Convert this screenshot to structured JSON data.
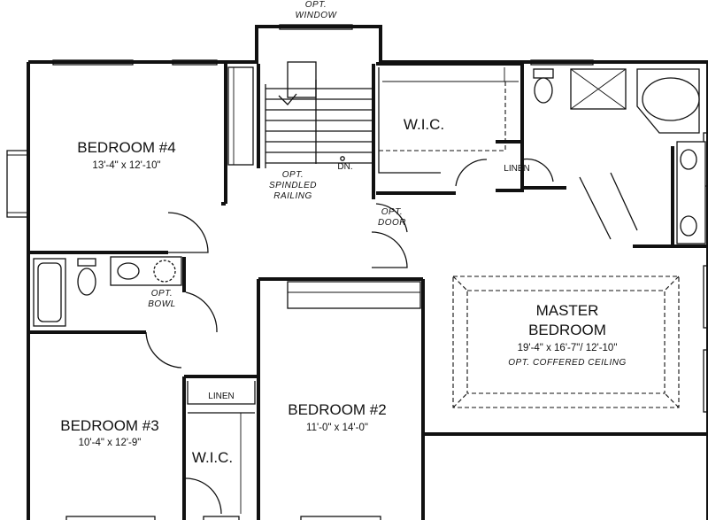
{
  "rooms": {
    "bedroom4": {
      "name": "BEDROOM #4",
      "dims": "13'-4\" x 12'-10\""
    },
    "bedroom3": {
      "name": "BEDROOM #3",
      "dims": "10'-4\" x 12'-9\""
    },
    "bedroom2": {
      "name": "BEDROOM #2",
      "dims": "11'-0\" x 14'-0\""
    },
    "master": {
      "name_line1": "MASTER",
      "name_line2": "BEDROOM",
      "dims": "19'-4\" x 16'-7\"/ 12'-10\"",
      "note": "OPT. COFFERED CEILING"
    },
    "wic_top": {
      "name": "W.I.C."
    },
    "wic_bottom": {
      "name": "W.I.C."
    },
    "linen_top": {
      "name": "LINEN"
    },
    "linen_bottom": {
      "name": "LINEN"
    }
  },
  "labels": {
    "opt_window": [
      "OPT.",
      "WINDOW"
    ],
    "opt_railing": [
      "OPT.",
      "SPINDLED",
      "RAILING"
    ],
    "stair_dn": "DN.",
    "opt_door": [
      "OPT.",
      "DOOR"
    ],
    "opt_bowl": [
      "OPT.",
      "BOWL"
    ]
  }
}
